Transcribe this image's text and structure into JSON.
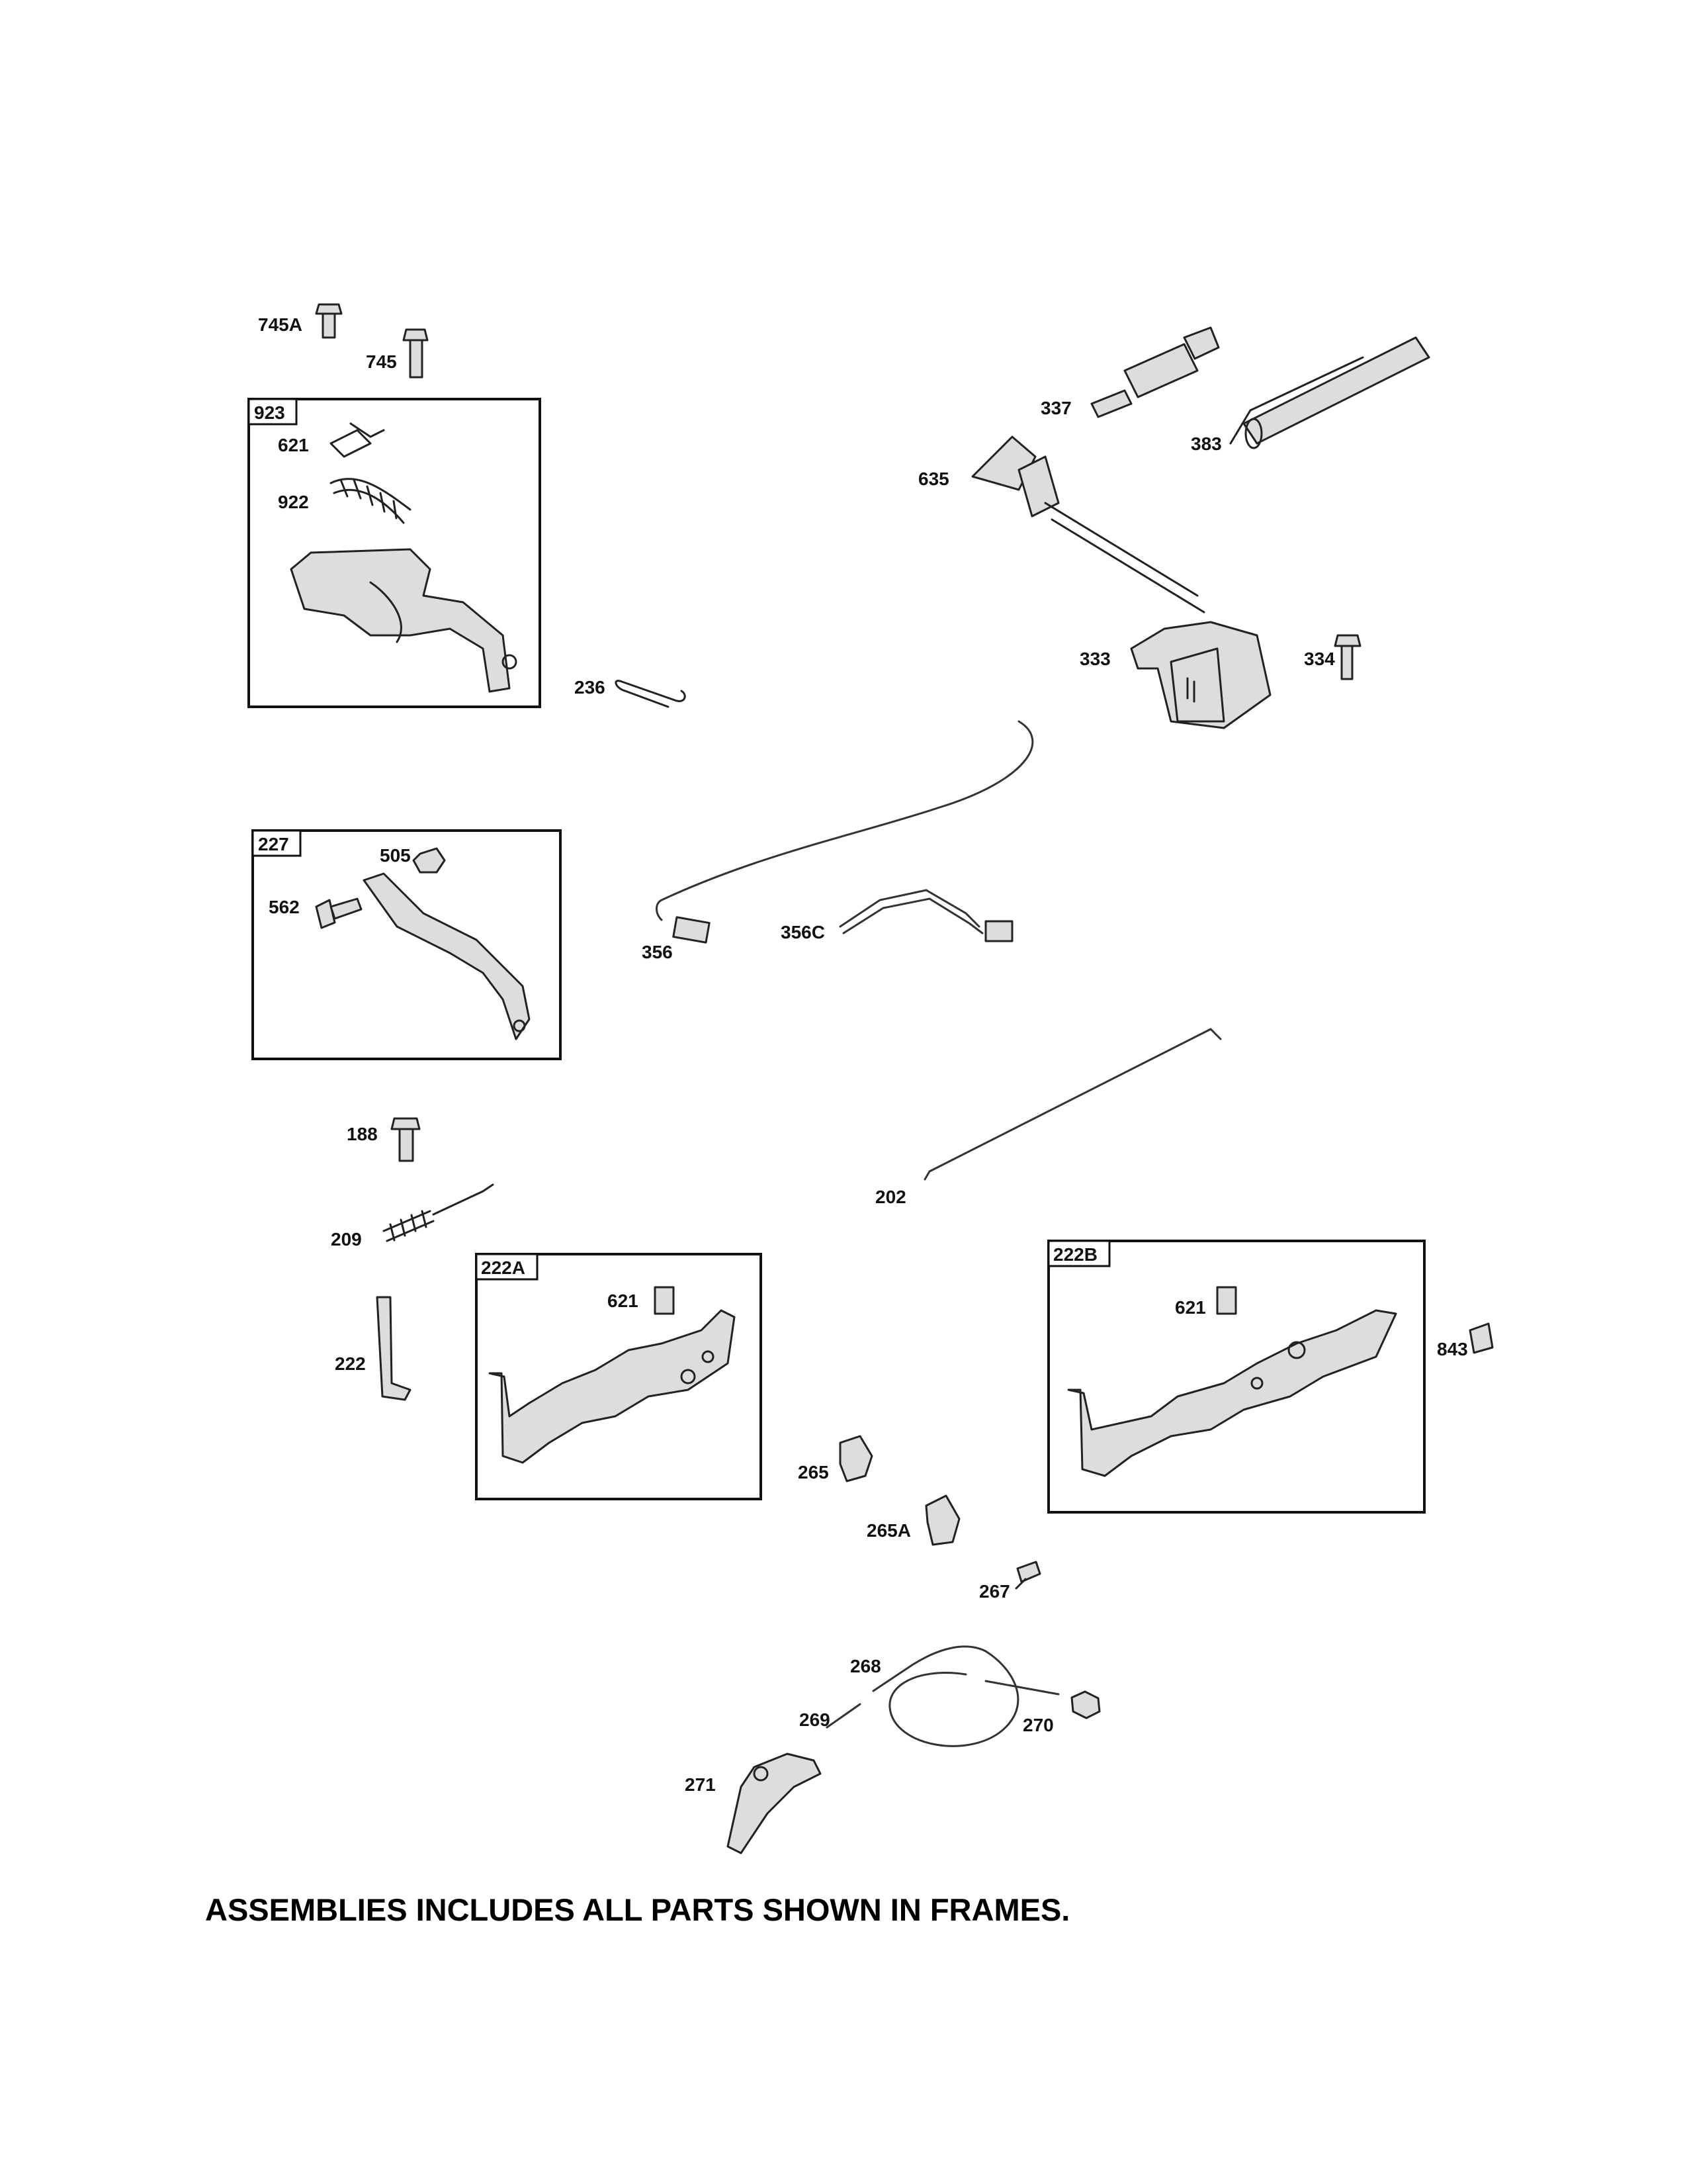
{
  "frames": {
    "923": "923",
    "227": "227",
    "222A": "222A",
    "222B": "222B"
  },
  "labels": {
    "745A": "745A",
    "745": "745",
    "621_in_923": "621",
    "922": "922",
    "236": "236",
    "337": "337",
    "383": "383",
    "635": "635",
    "333": "333",
    "334": "334",
    "505": "505",
    "562": "562",
    "356": "356",
    "356C": "356C",
    "188": "188",
    "209": "209",
    "202": "202",
    "222": "222",
    "621_in_222A": "621",
    "621_in_222B": "621",
    "843": "843",
    "265": "265",
    "265A": "265A",
    "267": "267",
    "268": "268",
    "269": "269",
    "270": "270",
    "271": "271"
  },
  "footnote": "ASSEMBLIES INCLUDES ALL PARTS SHOWN IN FRAMES."
}
